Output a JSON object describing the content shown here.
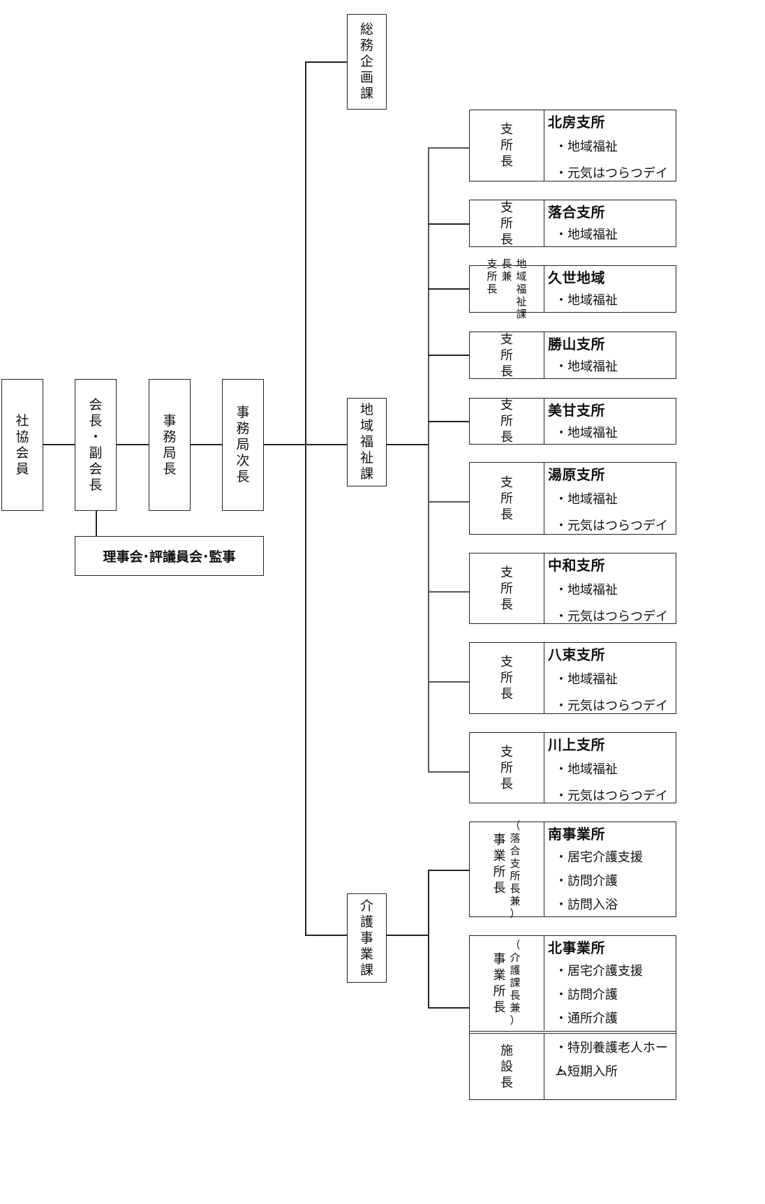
{
  "left_chain": {
    "members": "社協会員",
    "president": [
      "会",
      "長",
      "・",
      "副",
      "会",
      "長"
    ],
    "director": "事務局長",
    "vice_director": "事務局次長",
    "board": "理事会･評議員会･監事"
  },
  "sections": {
    "general": "総務企画課",
    "welfare": "地域福祉課",
    "care": "介護事業課"
  },
  "branches": [
    {
      "head": "支所長",
      "title": "北房支所",
      "items": [
        "・地域福祉",
        "・元気はつらつデイ"
      ]
    },
    {
      "head": "支所長",
      "title": "落合支所",
      "items": [
        "・地域福祉"
      ]
    },
    {
      "head_cols": [
        "地域福祉課",
        "長兼",
        "支所長"
      ],
      "title": "久世地域",
      "items": [
        "・地域福祉"
      ]
    },
    {
      "head": "支所長",
      "title": "勝山支所",
      "items": [
        "・地域福祉"
      ]
    },
    {
      "head": "支所長",
      "title": "美甘支所",
      "items": [
        "・地域福祉"
      ]
    },
    {
      "head": "支所長",
      "title": "湯原支所",
      "items": [
        "・地域福祉",
        "・元気はつらつデイ"
      ]
    },
    {
      "head": "支所長",
      "title": "中和支所",
      "items": [
        "・地域福祉",
        "・元気はつらつデイ"
      ]
    },
    {
      "head": "支所長",
      "title": "八束支所",
      "items": [
        "・地域福祉",
        "・元気はつらつデイ"
      ]
    },
    {
      "head": "支所長",
      "title": "川上支所",
      "items": [
        "・地域福祉",
        "・元気はつらつデイ"
      ]
    }
  ],
  "offices": [
    {
      "head_main": "事業所長",
      "head_note": "（落合支所長兼）",
      "title": "南事業所",
      "items": [
        "・居宅介護支援",
        "・訪問介護",
        "・訪問入浴"
      ]
    },
    {
      "head_main": "事業所長",
      "head_note": "（介護課長兼）",
      "title": "北事業所",
      "items": [
        "・居宅介護支援",
        "・訪問介護",
        "・通所介護"
      ],
      "facility": {
        "head": "施設長",
        "items": [
          "・特別養護老人ホーム",
          "・短期入所"
        ]
      }
    }
  ]
}
